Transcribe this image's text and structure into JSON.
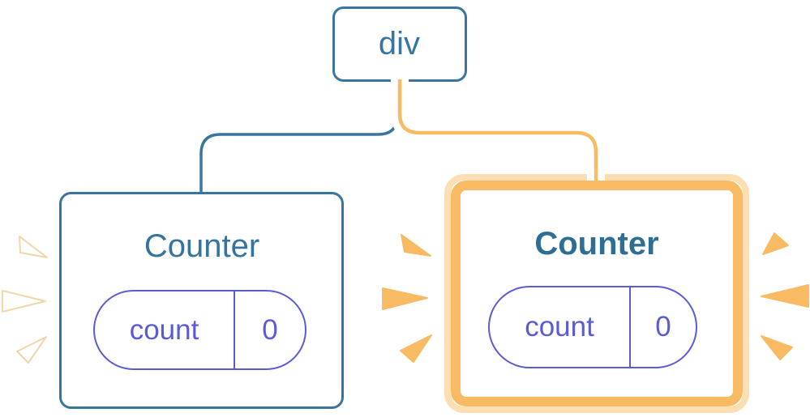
{
  "diagram": {
    "description": "React component tree: a div root element with two Counter child components; the right Counter is highlighted as newly rendered",
    "tree": {
      "root": {
        "label": "div"
      },
      "children": [
        {
          "id": "left-counter",
          "title": "Counter",
          "state": {
            "name": "count",
            "value": "0"
          },
          "highlighted": false
        },
        {
          "id": "right-counter",
          "title": "Counter",
          "state": {
            "name": "count",
            "value": "0"
          },
          "highlighted": true
        }
      ]
    },
    "icons": [
      {
        "name": "spark-icon",
        "meaning": "render flash marks beside left Counter",
        "color": "#ffffff"
      },
      {
        "name": "spark-icon",
        "meaning": "render flash marks around right Counter",
        "color": "#f8bb63"
      }
    ],
    "colors": {
      "node_border_blue": "#38769f",
      "root_label_blue": "#38769f",
      "title_blue": "#35749c",
      "title_blue_bold": "#2e6e94",
      "state_purple": "#5b5bd6",
      "highlight_orange": "#f8bb63",
      "highlight_light_orange": "#fbdfb2",
      "edge_casing": "#ffffff",
      "background": "#ffffff"
    }
  }
}
